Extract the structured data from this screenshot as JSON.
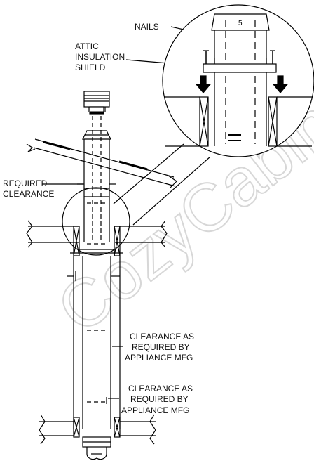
{
  "labels": {
    "nails": "NAILS",
    "attic_shield": [
      "ATTIC",
      "INSULATION",
      "SHIELD"
    ],
    "required_clearance": [
      "REQUIRED",
      "CLEARANCE"
    ],
    "clearance_mfg_1": [
      "CLEARANCE AS",
      "REQUIRED BY",
      "APPLIANCE MFG"
    ],
    "clearance_mfg_2": [
      "CLEARANCE AS",
      "REQUIRED BY",
      "APPLIANCE MFG"
    ]
  },
  "watermark": "CozyCabin.com",
  "colors": {
    "line": "#000000",
    "watermark": "#d7d7d7",
    "background": "#ffffff"
  }
}
